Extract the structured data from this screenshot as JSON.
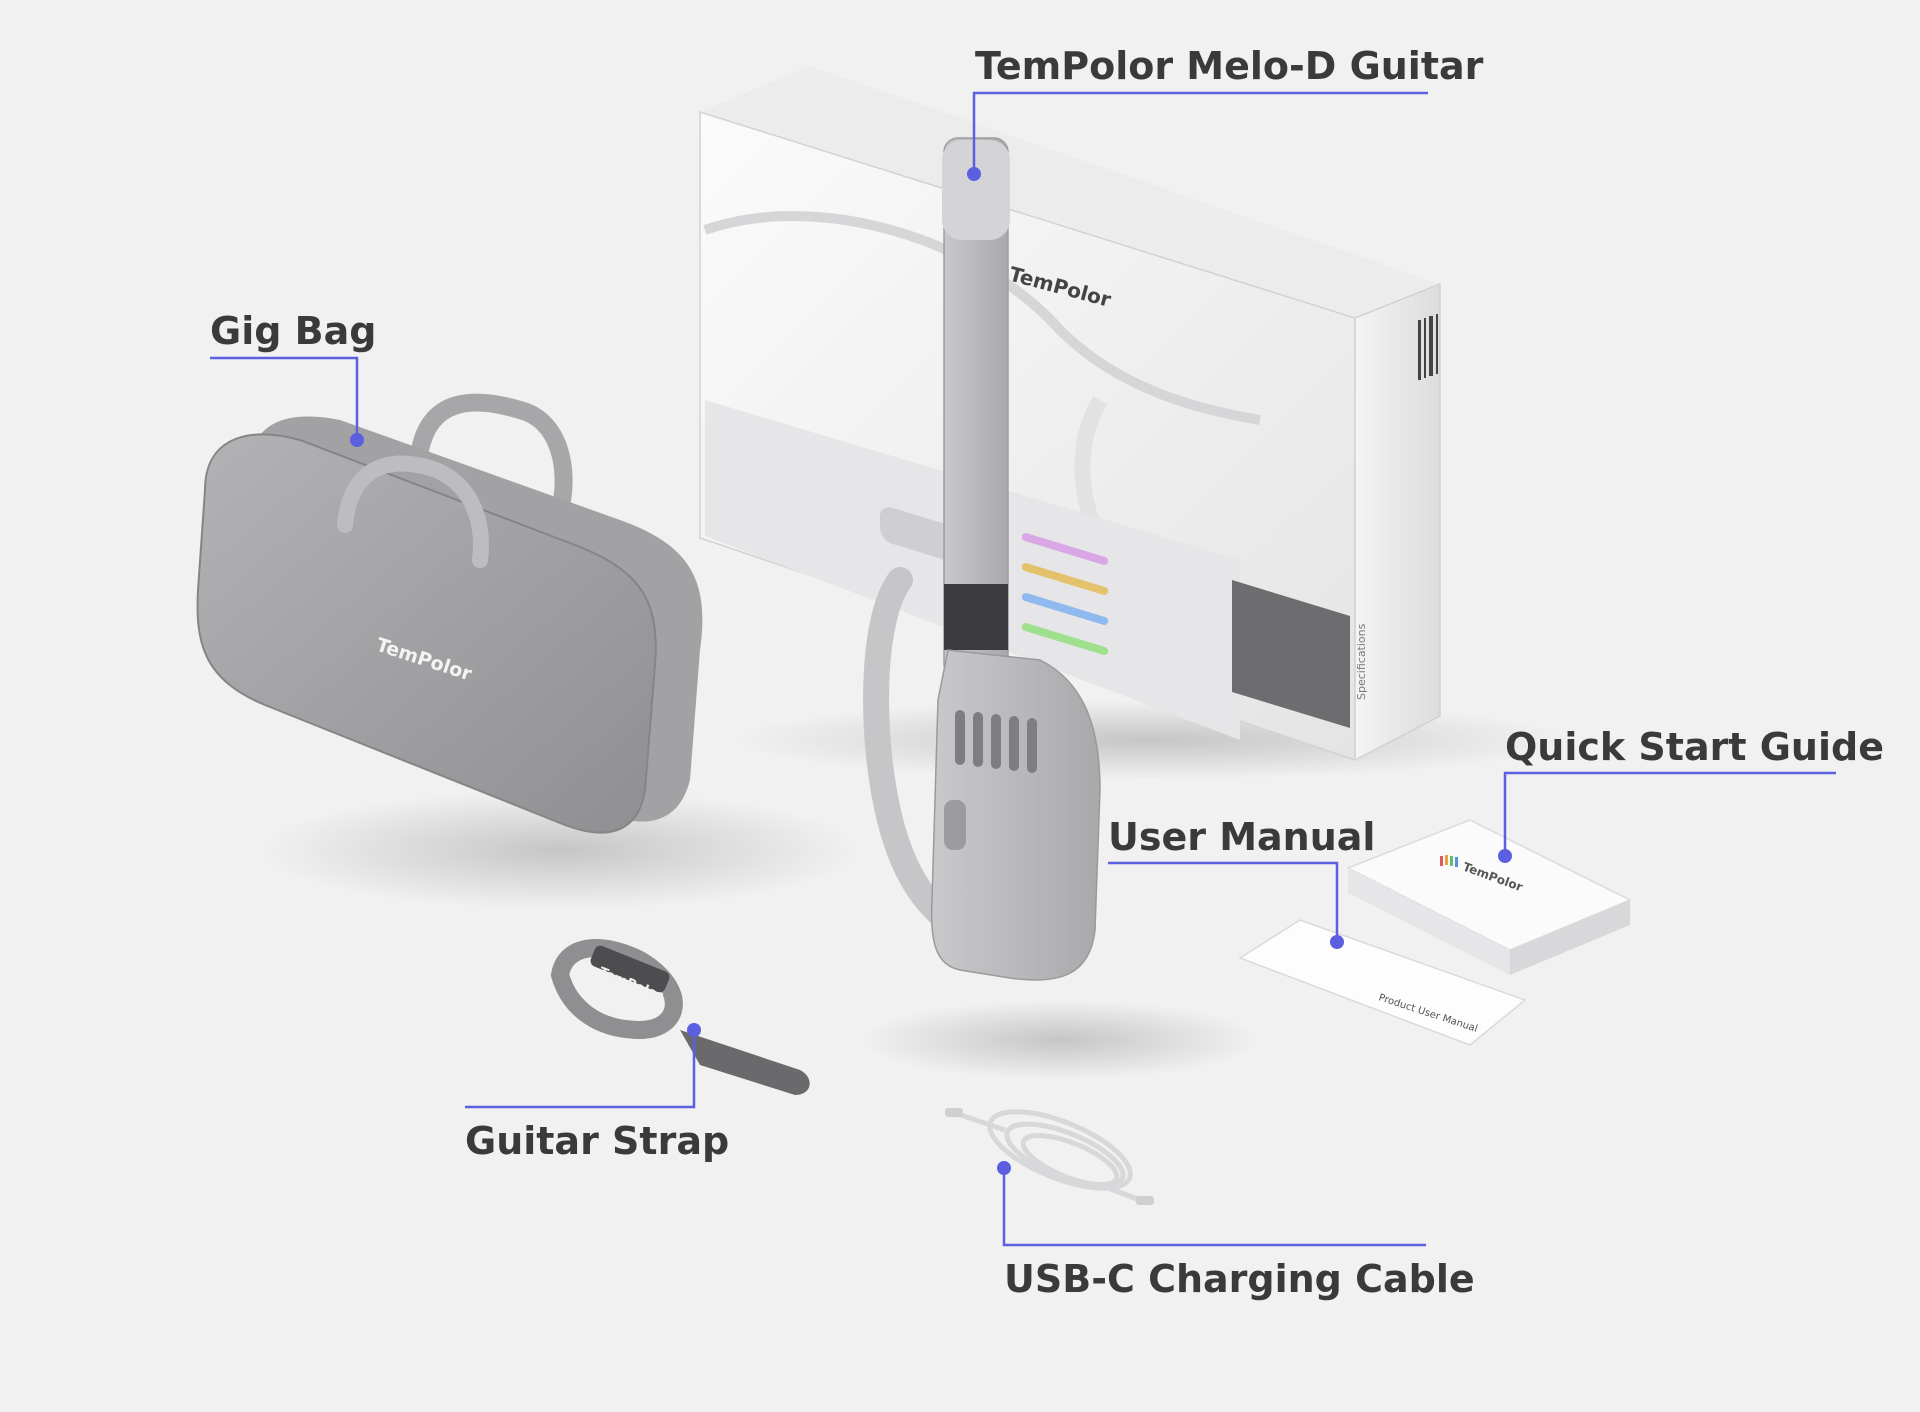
{
  "labels": {
    "guitar": "TemPolor Melo-D Guitar",
    "gig_bag": "Gig Bag",
    "quick_start": "Quick Start Guide",
    "user_manual": "User Manual",
    "strap": "Guitar Strap",
    "cable": "USB-C Charging Cable"
  },
  "product_text": {
    "box_brand": "TemPolor",
    "bag_brand": "TemPolor",
    "strap_brand": "TemPolor",
    "guide_brand": "TemPolor",
    "manual_title": "Product User Manual",
    "box_side": "Specifications"
  },
  "colors": {
    "background": "#f1f1f2",
    "callout": "#5b5fe0",
    "label_text": "#3a3a3c",
    "product_gray": "#9a9a9c"
  }
}
